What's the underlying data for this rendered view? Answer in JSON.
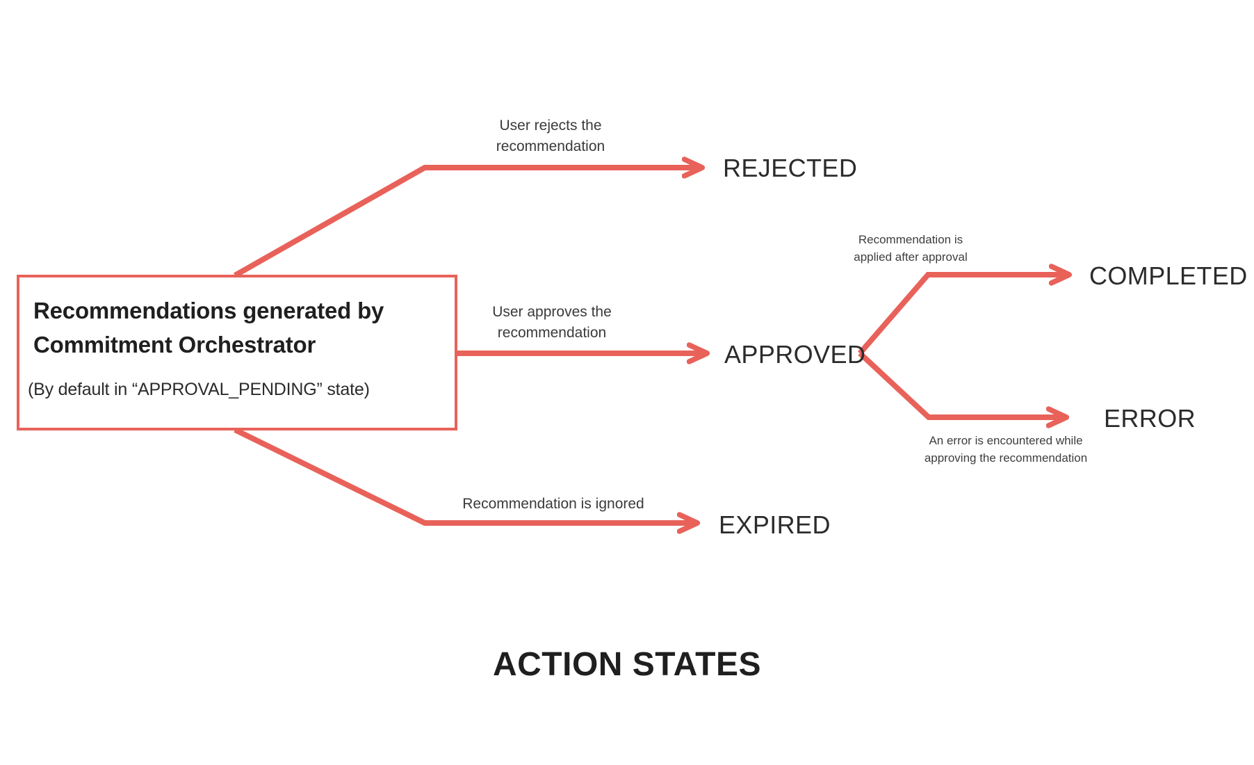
{
  "diagram": {
    "title": "ACTION STATES",
    "accent_color": "#e8625a",
    "text_color": "#2b2b2b",
    "background": "#ffffff",
    "source_node": {
      "title": "Recommendations generated by Commitment Orchestrator",
      "subtitle": "(By default in “APPROVAL_PENDING” state)"
    },
    "states": {
      "rejected": "REJECTED",
      "approved": "APPROVED",
      "expired": "EXPIRED",
      "completed": "COMPLETED",
      "error": "ERROR"
    },
    "edge_labels": {
      "rejected_line1": "User rejects the",
      "rejected_line2": "recommendation",
      "approved_line1": "User approves the",
      "approved_line2": "recommendation",
      "expired": "Recommendation is ignored",
      "completed_line1": "Recommendation is",
      "completed_line2": "applied after approval",
      "error_line1": "An error is encountered while",
      "error_line2": "approving the recommendation"
    }
  }
}
